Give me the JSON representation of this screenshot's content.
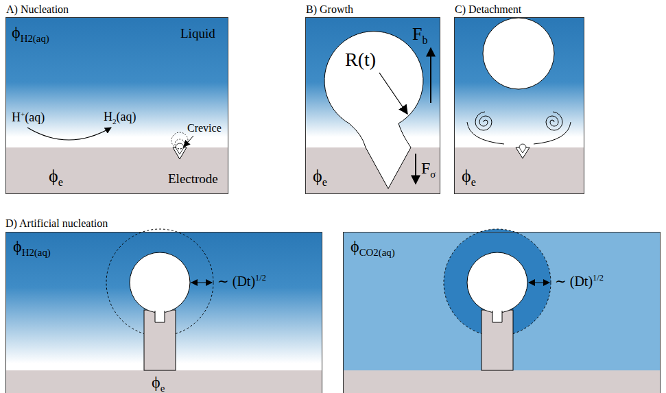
{
  "diagram": {
    "nodes": [
      {
        "text": [
          "A) Nucleation",
          "ϕH2(aq)",
          "Liquid",
          "H+(aq)",
          "H2(aq)",
          "Crevice",
          "ϕe",
          "Electrode"
        ]
      },
      {
        "text": [
          "B) Growth",
          "R(t)",
          "Fb",
          "ϕe",
          "Fσ"
        ]
      },
      {
        "text": [
          "C) Detachment",
          "ϕe"
        ]
      },
      {
        "text": [
          "ϕH2(aq)",
          "∼ (Dt)1/2",
          "ϕe"
        ]
      },
      {
        "text": [
          "ϕCO2(aq)",
          "∼ (Dt)1/2"
        ]
      }
    ],
    "labels": [
      "D) Artificial nucleation"
    ]
  }
}
